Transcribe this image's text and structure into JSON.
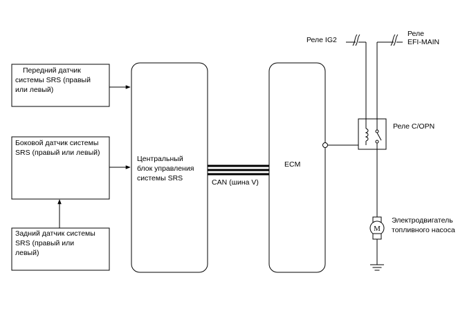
{
  "front_sensor": {
    "lines": [
      "Передний датчик",
      "системы SRS (правый",
      "или левый)"
    ]
  },
  "side_sensor": {
    "lines": [
      "Боковой датчик системы",
      "SRS (правый или левый)"
    ]
  },
  "rear_sensor": {
    "lines": [
      "Задний датчик системы",
      "SRS (правый или",
      "левый)"
    ]
  },
  "central_unit": {
    "lines": [
      "Центральный",
      "блок управления",
      "системы SRS"
    ]
  },
  "can_bus": {
    "label": "CAN (шина V)"
  },
  "ecm": {
    "label": "ECM"
  },
  "relay_ig2": {
    "label": "Реле IG2"
  },
  "relay_efi_main": {
    "lines": [
      "Реле",
      "EFI-MAIN"
    ]
  },
  "relay_copn": {
    "label": "Реле C/OPN"
  },
  "fuel_pump": {
    "symbol": "M",
    "lines": [
      "Электродвигатель",
      "топливного насоса"
    ]
  }
}
